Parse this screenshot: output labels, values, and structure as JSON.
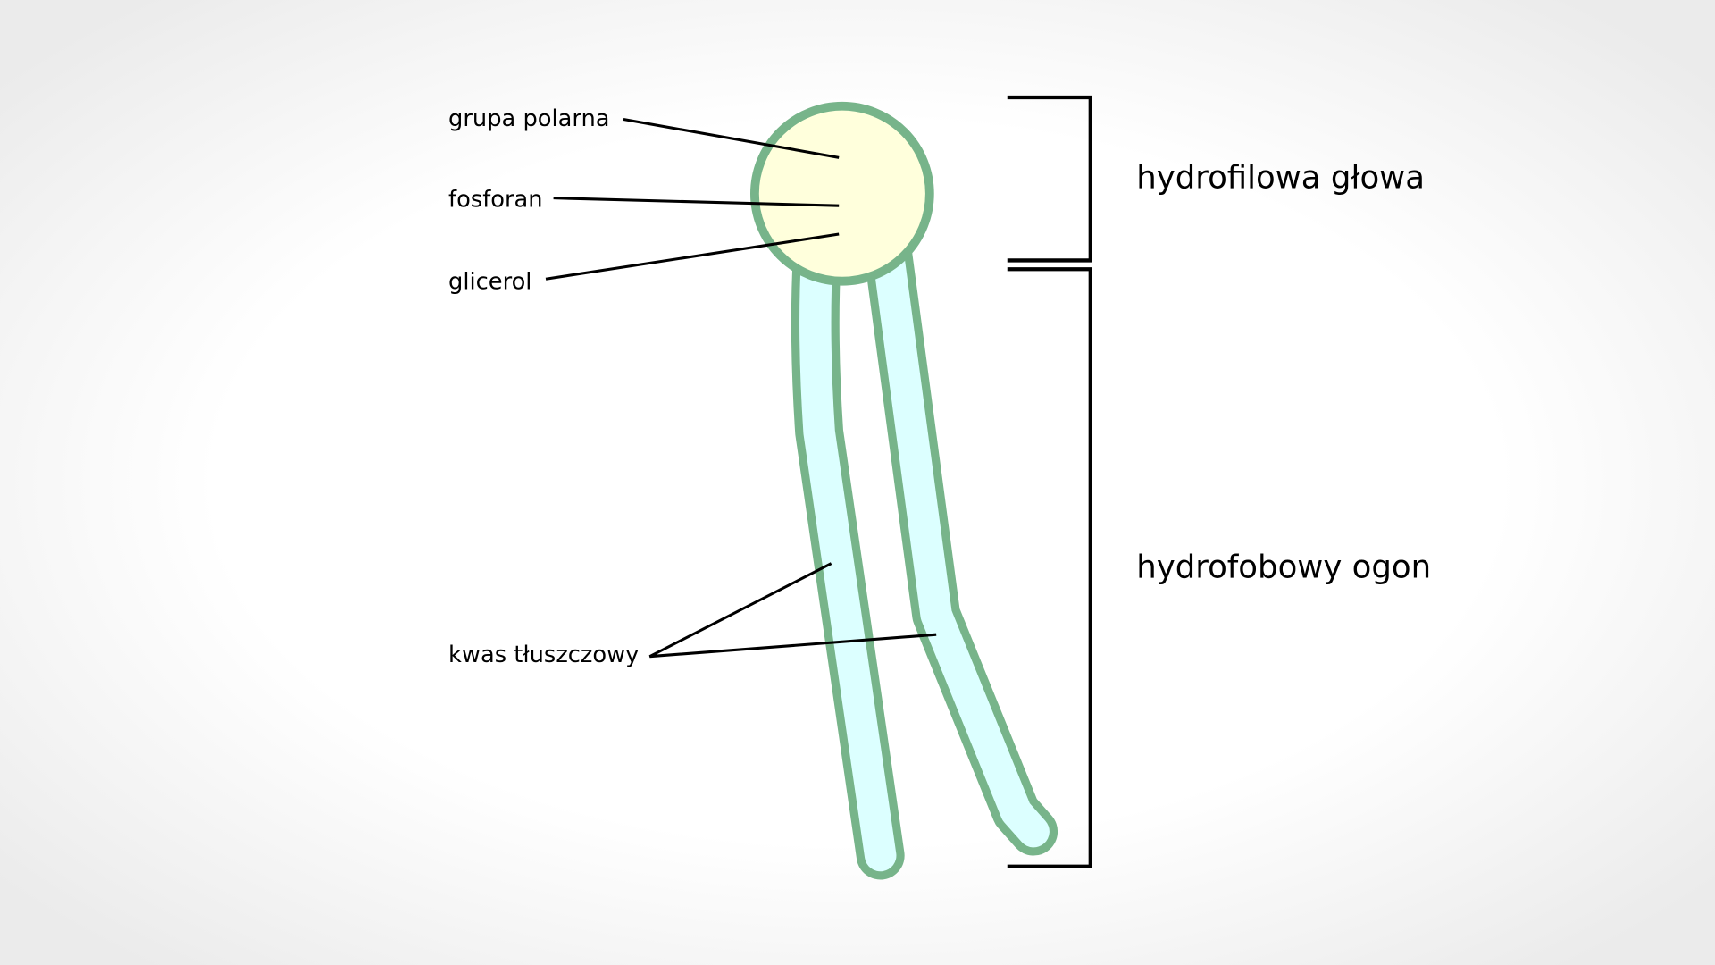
{
  "colors": {
    "outline": "#77b48a",
    "head_fill": "#ffffdc",
    "tail_fill": "#dcffff",
    "line": "#000000"
  },
  "labels": {
    "polar_group": "grupa polarna",
    "phosphate": "fosforan",
    "glycerol": "glicerol",
    "fatty_acid": "kwas tłuszczowy",
    "hydrophilic_head": "hydrofilowa głowa",
    "hydrophobic_tail": "hydrofobowy ogon"
  }
}
